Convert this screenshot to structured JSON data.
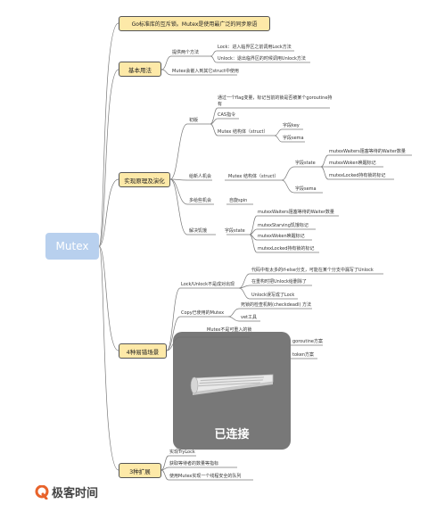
{
  "root": "Mutex",
  "main": {
    "top_note": "Go标准库的互斥锁。Mutex是使用最广泛的同步原语",
    "basic": "基本用法",
    "impl": "实现原理及演化",
    "scenes": "4种易错场景",
    "ext": "3种扩展"
  },
  "basic": {
    "two_methods": "提供两个方法",
    "lock": "Lock：进入临界区之前调用Lock方法",
    "unlock": "Unlock：退出临界区的时候调用Unlock方法",
    "embed": "Mutex会嵌入到其它struct中使用"
  },
  "impl": {
    "v1": "初版",
    "v1_flag": "通过一个flag变量，标记当前的锁是否被某个goroutine持有",
    "v1_cas": "CAS指令",
    "v1_struct": "Mutex 结构体（struct）",
    "v1_key": "字段key",
    "v1_sema": "字段sema",
    "v2": "给新人机会",
    "v2_struct": "Mutex 结构体（struct）",
    "v2_state": "字段state",
    "v2_waiters": "mutexWaiters阻塞等待的Waiter数量",
    "v2_woken": "mutexWoken唤醒标记",
    "v2_locked": "mutexLocked持有锁的标记",
    "v2_sema": "字段sema",
    "v3": "多给些机会",
    "v3_spin": "自旋spin",
    "v4": "解决饥饿",
    "v4_state": "字段state",
    "v4_waiters": "mutexWaiters阻塞等待的Waiter数量",
    "v4_starving": "mutexStarving饥饿标记",
    "v4_woken": "mutexWoken唤醒标记",
    "v4_locked": "mutexLocked持有锁的标记"
  },
  "scenes": {
    "s1": "Lock/Unlock不是成对出现",
    "s1_a": "代码中有太多的if-else分支，可能在某个分支中漏写了Unlock",
    "s1_b": "在重构时把Unlock给删除了",
    "s1_c": "Unlock误写成了Lock",
    "s2": "Copy已使用的Mutex",
    "s2_a": "死锁的检查机制(checkdeadl) 方法",
    "s2_b": "vet工具",
    "s3": "Mutex不是可重入的锁",
    "s3_a": "goroutine方案",
    "s3_b": "token方案"
  },
  "ext": {
    "e1": "实现TryLock",
    "e2": "获取等待者的数量等指标",
    "e3": "使用Mutex实现一个线程安全的队列"
  },
  "overlay": {
    "caption": "已连接"
  },
  "logo": {
    "text": "极客时间"
  },
  "colors": {
    "box": "#fde9a8",
    "root": "#b8d0ee",
    "line": "#7a7a7a",
    "logo": "#e8632b"
  }
}
